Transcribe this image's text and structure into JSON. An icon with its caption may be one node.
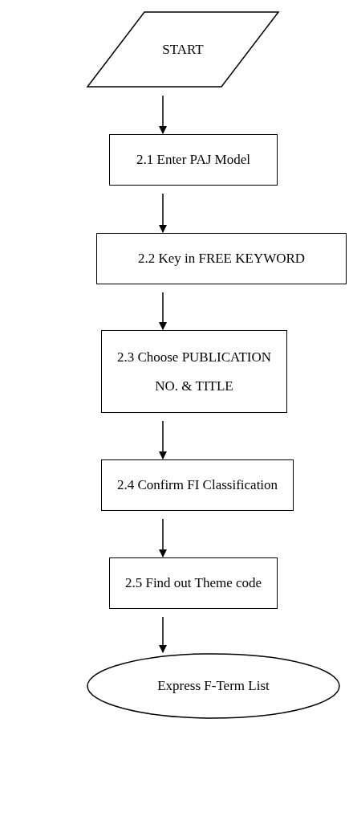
{
  "diagram": {
    "nodes": [
      {
        "text": [
          "START"
        ]
      },
      {
        "text": [
          "2.1 Enter PAJ Model"
        ]
      },
      {
        "text": [
          "2.2 Key in FREE KEYWORD"
        ]
      },
      {
        "text": [
          "2.3 Choose PUBLICATION NO. & TITLE"
        ]
      },
      {
        "text": [
          "2.4 Confirm FI Classification"
        ]
      },
      {
        "text": [
          "2.5 Find out Theme code"
        ]
      },
      {
        "text": [
          "Express F-Term List"
        ]
      }
    ],
    "edges": [
      {
        "from": 0,
        "to": 1,
        "arrow": "to"
      },
      {
        "from": 1,
        "to": 2,
        "arrow": "to"
      },
      {
        "from": 2,
        "to": 3,
        "arrow": "to"
      },
      {
        "from": 3,
        "to": 4,
        "arrow": "to"
      },
      {
        "from": 4,
        "to": 5,
        "arrow": "to"
      },
      {
        "from": 5,
        "to": 6,
        "arrow": "to"
      }
    ]
  }
}
